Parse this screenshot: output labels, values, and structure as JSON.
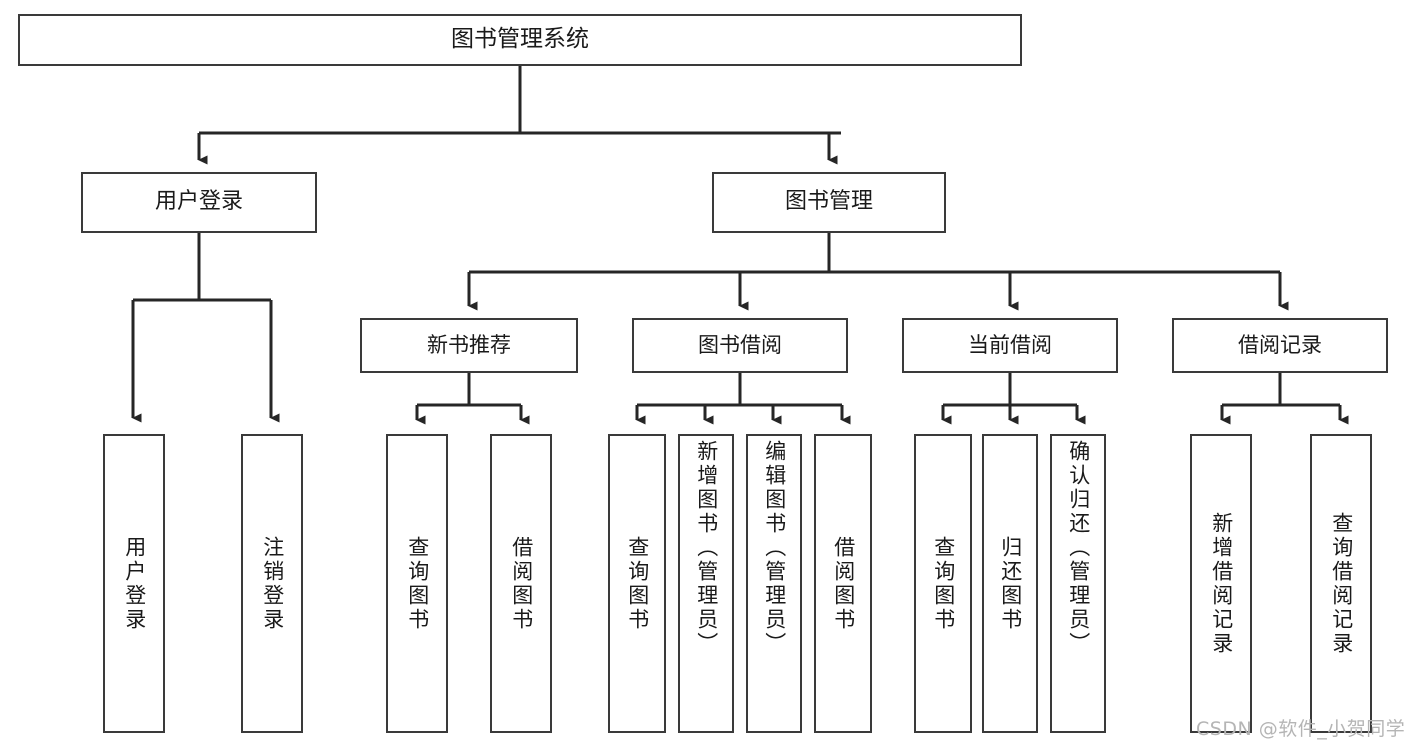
{
  "diagram": {
    "type": "tree-hierarchy",
    "title": "图书管理系统",
    "watermark": "CSDN @软件_小贺同学",
    "colors": {
      "box_border": "#3a3a3a",
      "box_fill": "#ffffff",
      "connector": "#262626",
      "text": "#1a1a1a",
      "watermark": "#b5b5b5"
    },
    "root": {
      "label": "图书管理系统"
    },
    "level1": [
      {
        "label": "用户登录"
      },
      {
        "label": "图书管理"
      }
    ],
    "level2": [
      {
        "label": "新书推荐"
      },
      {
        "label": "图书借阅"
      },
      {
        "label": "当前借阅"
      },
      {
        "label": "借阅记录"
      }
    ],
    "leaves": {
      "user_login": [
        {
          "label": "用户登录"
        },
        {
          "label": "注销登录"
        }
      ],
      "new_book_recommend": [
        {
          "label": "查询图书"
        },
        {
          "label": "借阅图书"
        }
      ],
      "book_borrow": [
        {
          "label": "查询图书"
        },
        {
          "label": "新增图书（管理员）"
        },
        {
          "label": "编辑图书（管理员）"
        },
        {
          "label": "借阅图书"
        }
      ],
      "current_borrow": [
        {
          "label": "查询图书"
        },
        {
          "label": "归还图书"
        },
        {
          "label": "确认归还（管理员）"
        }
      ],
      "borrow_record": [
        {
          "label": "新增借阅记录"
        },
        {
          "label": "查询借阅记录"
        }
      ]
    }
  }
}
